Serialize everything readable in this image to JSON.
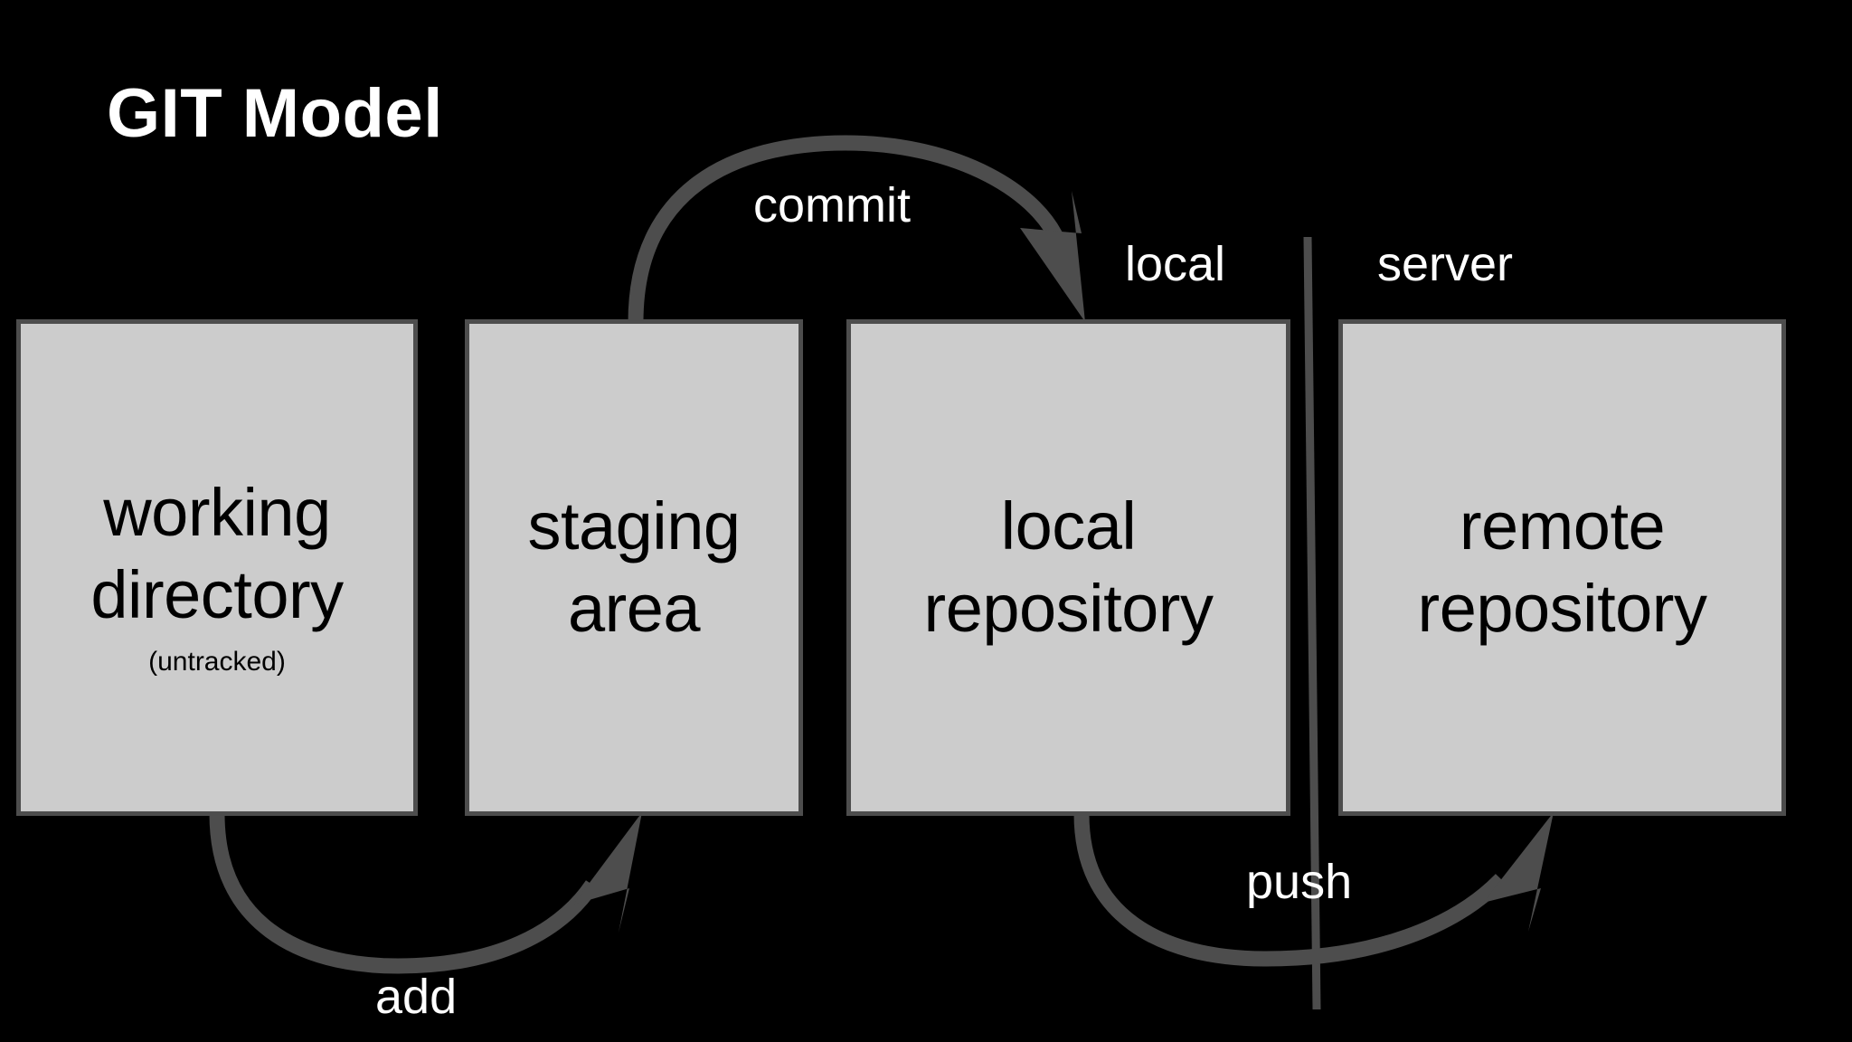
{
  "diagram": {
    "title": "GIT Model",
    "background_color": "#000000",
    "box_fill_color": "#cccccc",
    "box_border_color": "#4d4d4d",
    "arrow_color": "#4d4d4d",
    "label_color": "#ffffff",
    "box_text_color": "#000000"
  },
  "nodes": [
    {
      "id": "working-directory",
      "label": "working\ndirectory",
      "sublabel": "(untracked)"
    },
    {
      "id": "staging-area",
      "label": "staging\narea",
      "sublabel": ""
    },
    {
      "id": "local-repository",
      "label": "local\nrepository",
      "sublabel": ""
    },
    {
      "id": "remote-repository",
      "label": "remote\nrepository",
      "sublabel": ""
    }
  ],
  "zones": [
    {
      "id": "local",
      "label": "local"
    },
    {
      "id": "server",
      "label": "server"
    }
  ],
  "edges": [
    {
      "id": "add",
      "label": "add",
      "from": "working-directory",
      "to": "staging-area",
      "direction": "below"
    },
    {
      "id": "commit",
      "label": "commit",
      "from": "staging-area",
      "to": "local-repository",
      "direction": "above"
    },
    {
      "id": "push",
      "label": "push",
      "from": "local-repository",
      "to": "remote-repository",
      "direction": "below"
    }
  ]
}
